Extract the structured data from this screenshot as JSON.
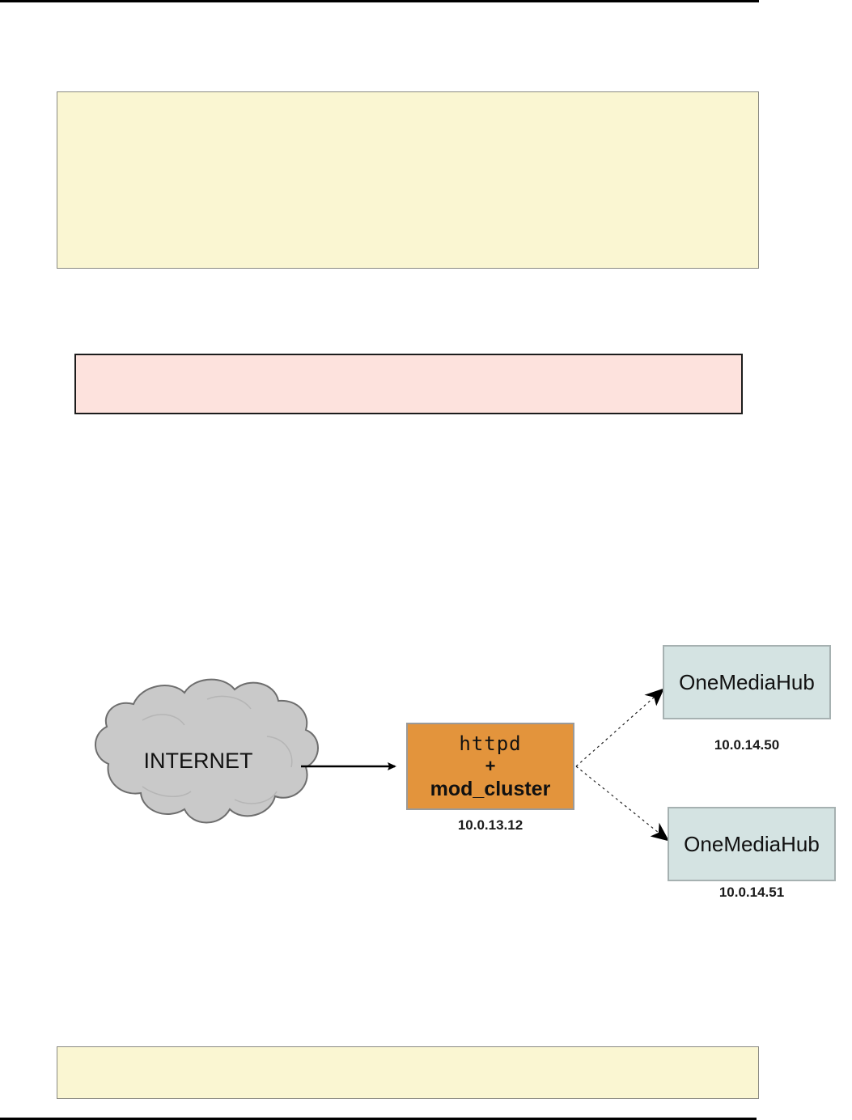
{
  "page": {
    "background_color": "#ffffff",
    "rules": {
      "top": "",
      "bottom": ""
    }
  },
  "callouts": [
    {
      "name": "note-top",
      "kind": "note",
      "background_color": "#faf6d2",
      "border_color": "#8a8a82",
      "text": ""
    },
    {
      "name": "warning",
      "kind": "warning",
      "background_color": "#fde2dd",
      "border_color": "#1c1c1c",
      "text": ""
    },
    {
      "name": "note-bottom",
      "kind": "note",
      "background_color": "#faf6d2",
      "border_color": "#8a8a82",
      "text": ""
    }
  ],
  "diagram": {
    "title": "",
    "colors": {
      "cloud_fill": "#c9c9c9",
      "cloud_stroke": "#6e6e6e",
      "httpd_fill": "#e3943c",
      "httpd_stroke": "#9a9a9a",
      "omh_fill": "#d4e3e2",
      "omh_stroke": "#a6b1b1",
      "arrow_color": "#000000"
    },
    "cloud": {
      "label": "INTERNET"
    },
    "proxy": {
      "line1": "httpd",
      "line2": "+",
      "line3": "mod_cluster",
      "ip": "10.0.13.12"
    },
    "backends": [
      {
        "label": "OneMediaHub",
        "ip": "10.0.14.50"
      },
      {
        "label": "OneMediaHub",
        "ip": "10.0.14.51"
      }
    ],
    "connections": [
      {
        "from": "INTERNET",
        "to": "httpd + mod_cluster",
        "style": "solid-arrow"
      },
      {
        "from": "httpd + mod_cluster",
        "to": "10.0.14.50",
        "style": "dotted-arrow"
      },
      {
        "from": "httpd + mod_cluster",
        "to": "10.0.14.51",
        "style": "dotted-arrow"
      }
    ]
  }
}
